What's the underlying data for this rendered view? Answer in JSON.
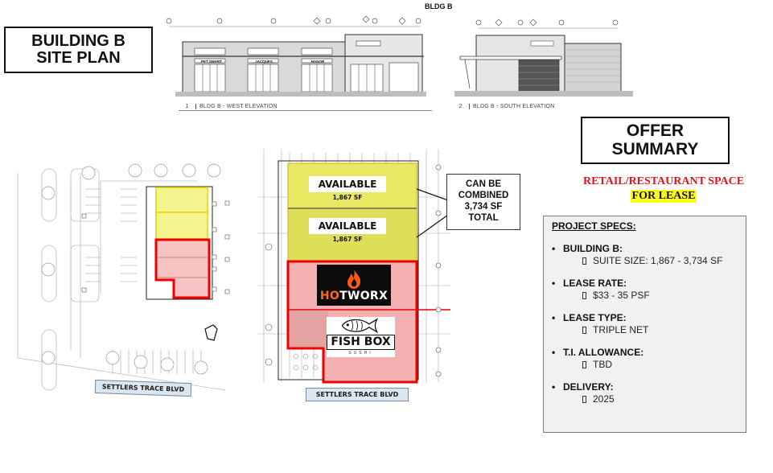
{
  "site_plan": {
    "title_line1": "BUILDING B",
    "title_line2": "SITE PLAN",
    "street": "SETTLERS TRACE BLVD"
  },
  "elevations": {
    "header": "BLDG B",
    "west": {
      "number": "1",
      "caption": "BLDG B - WEST ELEVATION",
      "storefront_signs": [
        "PET SMART",
        "JACQUES",
        "HANOR"
      ]
    },
    "south": {
      "number": "2",
      "caption": "BLDG B - SOUTH ELEVATION"
    }
  },
  "floor_plan": {
    "suites": [
      {
        "status": "AVAILABLE",
        "size": "1,867 SF",
        "color": "#e6e65a"
      },
      {
        "status": "AVAILABLE",
        "size": "1,867 SF",
        "color": "#e6e65a"
      }
    ],
    "tenants": [
      {
        "name": "HOTWORX",
        "name_prefix": "H",
        "name_o": "O",
        "name_rest": "TWORX",
        "highlight": "#f2a9a9"
      },
      {
        "name": "FISH BOX",
        "subtitle": "SUSHI",
        "highlight": "#f2a9a9"
      }
    ],
    "combined_callout": {
      "line1": "CAN BE",
      "line2": "COMBINED",
      "line3": "3,734 SF",
      "line4": "TOTAL"
    },
    "street": "SETTLERS TRACE BLVD"
  },
  "offer": {
    "title_line1": "OFFER",
    "title_line2": "SUMMARY",
    "subtitle_line1": "RETAIL/RESTAURANT SPACE",
    "subtitle_line2": "FOR LEASE",
    "accent_red": "#e0141b",
    "highlight_yellow": "#ffff1a"
  },
  "specs": {
    "heading": "PROJECT SPECS:",
    "items": [
      {
        "label": "BUILDING B:",
        "value": "SUITE SIZE: 1,867 - 3,734 SF"
      },
      {
        "label": "LEASE RATE:",
        "value": "$33 - 35 PSF"
      },
      {
        "label": "LEASE TYPE:",
        "value": "TRIPLE NET"
      },
      {
        "label": "T.I. ALLOWANCE:",
        "value": "TBD"
      },
      {
        "label": "DELIVERY:",
        "value": "2025"
      }
    ]
  }
}
